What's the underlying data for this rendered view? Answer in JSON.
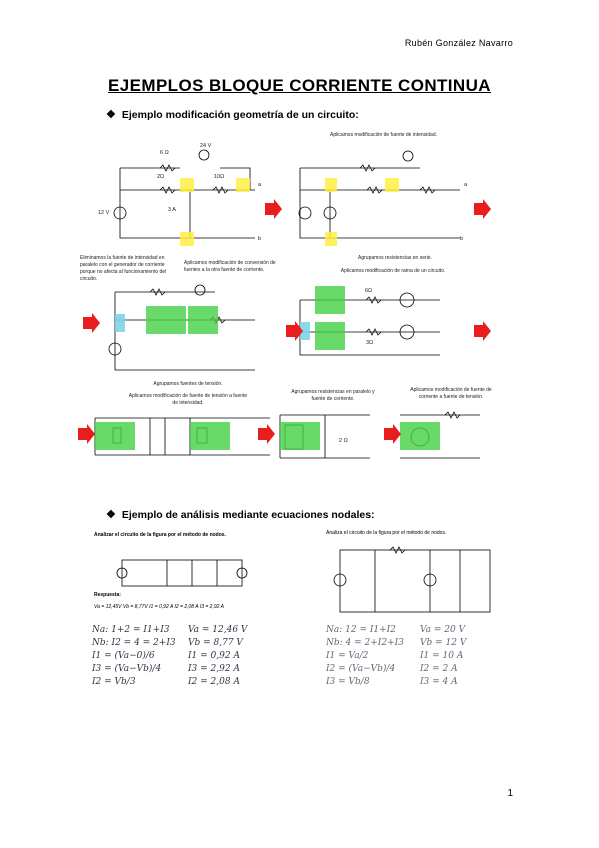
{
  "header": {
    "author": "Rubén González Navarro"
  },
  "title": "EJEMPLOS BLOQUE CORRIENTE CONTINUA",
  "section1": {
    "bullet": "❖",
    "heading": "Ejemplo modificación geometría de un circuito:",
    "notes": {
      "n1": "Aplicamos modificación de fuente de intensidad.",
      "n2": "Eliminamos la fuente de intensidad en paralelo con el generador de corriente porque no afecta al funcionamiento del circuito.",
      "n3": "Aplicamos modificación de conversión de fuentes a la otra fuente de corriente.",
      "n4a": "Agrupamos resistencias en serie.",
      "n4b": "Aplicamos modificación de rama de un circuito.",
      "n5a": "Agrupamos fuentes de tensión.",
      "n5b": "Aplicamos modificación de fuente de tensión a fuente de intensidad.",
      "n6": "Agrupamos resistencias en paralelo y fuente de corriente.",
      "n7": "Aplicamos modificación de fuente de corriente a fuente de tensión."
    },
    "labels": {
      "r6": "6 Ω",
      "r2": "2Ω",
      "r10": "10Ω",
      "v24": "24 V",
      "v12": "12 V",
      "i3": "3 A",
      "a": "a",
      "b": "b",
      "r6b": "6Ω",
      "r3": "3Ω",
      "ohm2": "2 Ω"
    }
  },
  "section2": {
    "bullet": "❖",
    "heading": "Ejemplo de análisis mediante ecuaciones nodales:",
    "left": {
      "prompt": "Analizar el circuito de la figura por el método de nodos.",
      "respuesta": "Respuesta:",
      "answer": "Va = 12,45V   Vb = 8,77V   I1 = 0,92 A   I2 = 2,08 A   I3 = 2,92 A",
      "hw1": "Na: 1+2 = I1+I3",
      "hw2": "Nb: I2 = 4 = 2+I3",
      "hw3": "I1 = (Va−0)/6",
      "hw4": "I3 = (Va−Vb)/4",
      "hw5": "I2 = Vb/3",
      "r1": "Va = 12,46 V",
      "r2": "Vb = 8,77 V",
      "r3": "I1 = 0,92 A",
      "r4": "I3 = 2,92 A",
      "r5": "I2 = 2,08 A"
    },
    "right": {
      "prompt": "Analiza el circuito de la figura por el método de nodos.",
      "hw1": "Na: 12 = I1+I2",
      "hw2": "Nb: 4 = 2+I2+I3",
      "hw3": "I1 = Va/2",
      "hw4": "I2 = (Va−Vb)/4",
      "hw5": "I3 = Vb/8",
      "r1": "Va = 20 V",
      "r2": "Vb = 12 V",
      "r3": "I1 = 10 A",
      "r4": "I2 = 2 A",
      "r5": "I3 = 4 A"
    }
  },
  "page": {
    "number": "1"
  }
}
